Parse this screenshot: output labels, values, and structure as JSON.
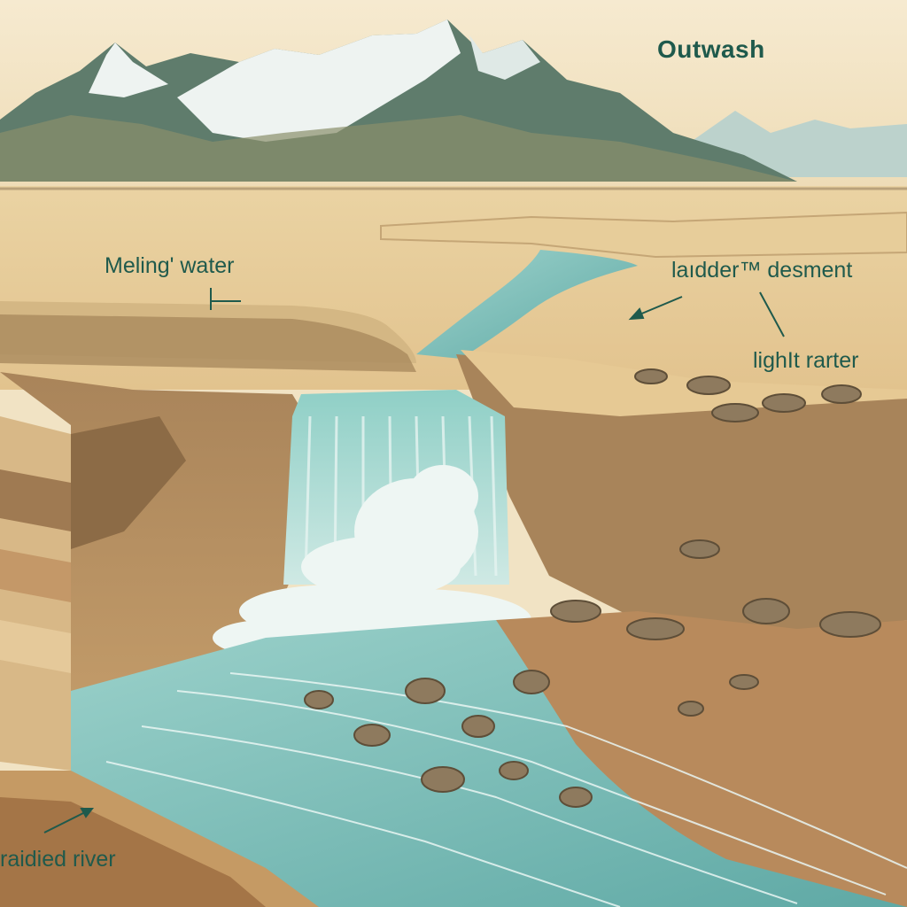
{
  "labels": {
    "title": "Outwash",
    "melting_water": "Meling' water",
    "sediment": "laıdder™ desment",
    "lighter": "lighIt rarter",
    "braided_river": "raidied river"
  },
  "colors": {
    "sky": "#f3e6c6",
    "snow": "#eef3f1",
    "mountain": "#5f7c6c",
    "plain": "#e8cf9c",
    "soil": "#9a7a53",
    "water": "#7fc1bb",
    "label": "#1f5a4c"
  }
}
